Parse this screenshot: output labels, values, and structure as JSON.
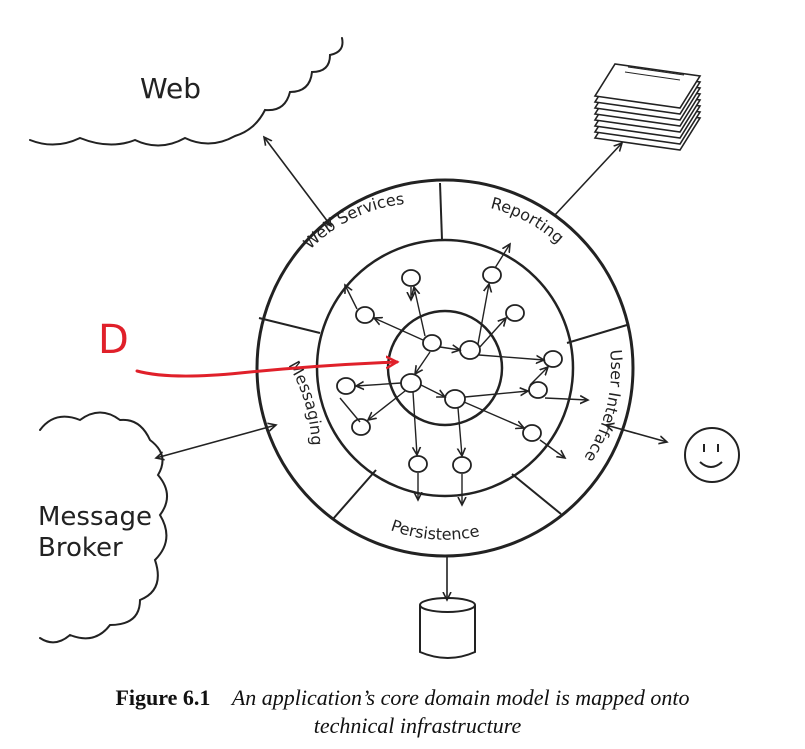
{
  "diagram": {
    "clouds": {
      "web": "Web",
      "broker_line1": "Message",
      "broker_line2": "Broker"
    },
    "segments": {
      "web_services": "Web Services",
      "reporting": "Reporting",
      "messaging": "Messaging",
      "user_interface": "User Interface",
      "persistence": "Persistence"
    },
    "annotation": "D",
    "colors": {
      "ink": "#222222",
      "annotation": "#e0202a"
    }
  },
  "caption": {
    "number": "Figure 6.1",
    "line1": "An application’s core domain model is mapped onto",
    "line2": "technical infrastructure"
  }
}
